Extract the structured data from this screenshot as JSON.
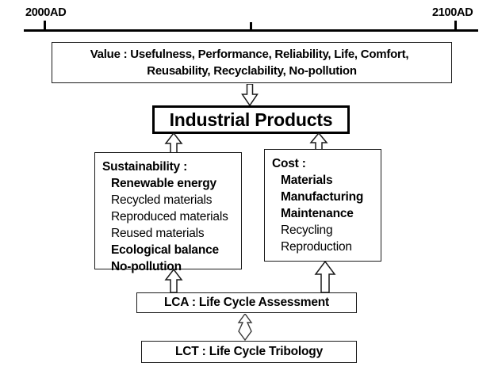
{
  "timeline": {
    "start_label": "2000AD",
    "end_label": "2100AD",
    "ticks": [
      {
        "name": "tick-2000",
        "x_pct": 0
      },
      {
        "name": "tick-mid",
        "x_pct": 50
      },
      {
        "name": "tick-2100",
        "x_pct": 100
      }
    ]
  },
  "value_box": {
    "line1": "Value :  Usefulness, Performance, Reliability, Life, Comfort,",
    "line2": "Reusability, Recyclability, No-pollution"
  },
  "industrial_products": {
    "title": "Industrial Products"
  },
  "sustainability": {
    "header": "Sustainability :",
    "items": [
      {
        "label": "Renewable energy",
        "emphasis": "bold"
      },
      {
        "label": "Recycled materials",
        "emphasis": "regular"
      },
      {
        "label": "Reproduced materials",
        "emphasis": "regular"
      },
      {
        "label": "Reused materials",
        "emphasis": "regular"
      },
      {
        "label": "Ecological balance",
        "emphasis": "bold"
      },
      {
        "label": "No-pollution",
        "emphasis": "bold"
      }
    ]
  },
  "cost": {
    "header": "Cost :",
    "items": [
      {
        "label": "Materials",
        "emphasis": "bold"
      },
      {
        "label": "Manufacturing",
        "emphasis": "bold"
      },
      {
        "label": "Maintenance",
        "emphasis": "bold"
      },
      {
        "label": "Recycling",
        "emphasis": "regular"
      },
      {
        "label": "Reproduction",
        "emphasis": "regular"
      }
    ]
  },
  "lca": {
    "label": "LCA :  Life Cycle Assessment"
  },
  "lct": {
    "label": "LCT :  Life Cycle Tribology"
  },
  "arrows": [
    {
      "name": "arrow-value-to-products",
      "direction": "down"
    },
    {
      "name": "arrow-sustainability-to-products",
      "direction": "up"
    },
    {
      "name": "arrow-cost-to-products",
      "direction": "up"
    },
    {
      "name": "arrow-lca-to-sustainability",
      "direction": "up"
    },
    {
      "name": "arrow-lca-to-cost",
      "direction": "up"
    },
    {
      "name": "arrow-lct-to-lca",
      "direction": "both"
    }
  ],
  "colors": {
    "line": "#000000",
    "box_border": "#1a1a1a",
    "background": "#ffffff",
    "text": "#000000"
  }
}
